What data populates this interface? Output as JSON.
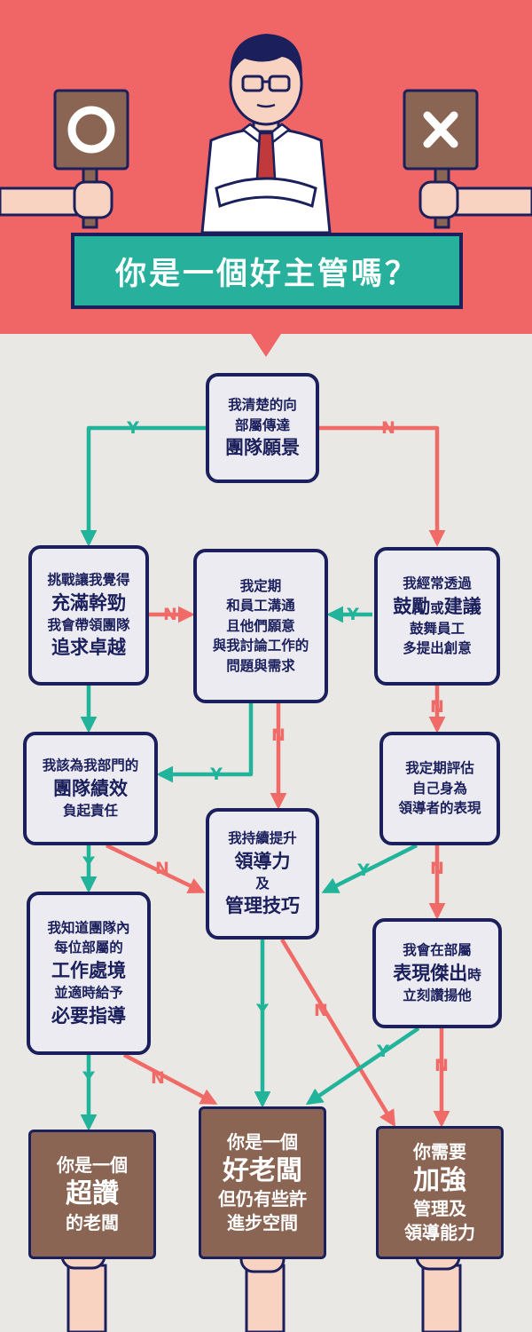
{
  "colors": {
    "header_bg": "#f06566",
    "body_bg": "#e9e8e4",
    "yes": "#22b39b",
    "no": "#f06b68",
    "box_border": "#1b1f5c",
    "sign": "#8a6554"
  },
  "header": {
    "title": "你是一個好主管嗎？",
    "sign_left_symbol": "circle-icon",
    "sign_right_symbol": "cross-icon"
  },
  "labels": {
    "yes": "Y",
    "no": "N"
  },
  "nodes": {
    "q1": {
      "l1": "我清楚的向",
      "l2": "部屬傳達",
      "l3": "團隊願景"
    },
    "q2": {
      "l1": "挑戰讓我覺得",
      "l2": "充滿幹勁",
      "l3": "我會帶領團隊",
      "l4": "追求卓越"
    },
    "q3": {
      "l1": "我定期",
      "l2": "和員工溝通",
      "l3": "且他們願意",
      "l4": "與我討論工作的",
      "l5": "問題與需求"
    },
    "q4": {
      "l1": "我經常透過",
      "l2a": "鼓勵",
      "l2b": "或",
      "l2c": "建議",
      "l3": "鼓舞員工",
      "l4": "多提出創意"
    },
    "q5": {
      "l1": "我該為我部門的",
      "l2": "團隊績效",
      "l3": "負起責任"
    },
    "q6": {
      "l1": "我持續提升",
      "l2": "領導力",
      "l3": "及",
      "l4": "管理技巧"
    },
    "q7": {
      "l1": "我定期評估",
      "l2": "自己身為",
      "l3": "領導者的表現"
    },
    "q8": {
      "l1": "我知道團隊內",
      "l2": "每位部屬的",
      "l3": "工作處境",
      "l4": "並適時給予",
      "l5": "必要指導"
    },
    "q9": {
      "l1": "我會在部屬",
      "l2a": "表現傑出",
      "l2b": "時",
      "l3": "立刻讚揚他"
    }
  },
  "results": {
    "r1": {
      "l1": "你是一個",
      "l2": "超讚",
      "l3": "的老闆"
    },
    "r2": {
      "l1": "你是一個",
      "l2": "好老闆",
      "l3": "但仍有些許",
      "l4": "進步空間"
    },
    "r3": {
      "l1": "你需要",
      "l2": "加強",
      "l3": "管理及",
      "l4": "領導能力"
    }
  }
}
